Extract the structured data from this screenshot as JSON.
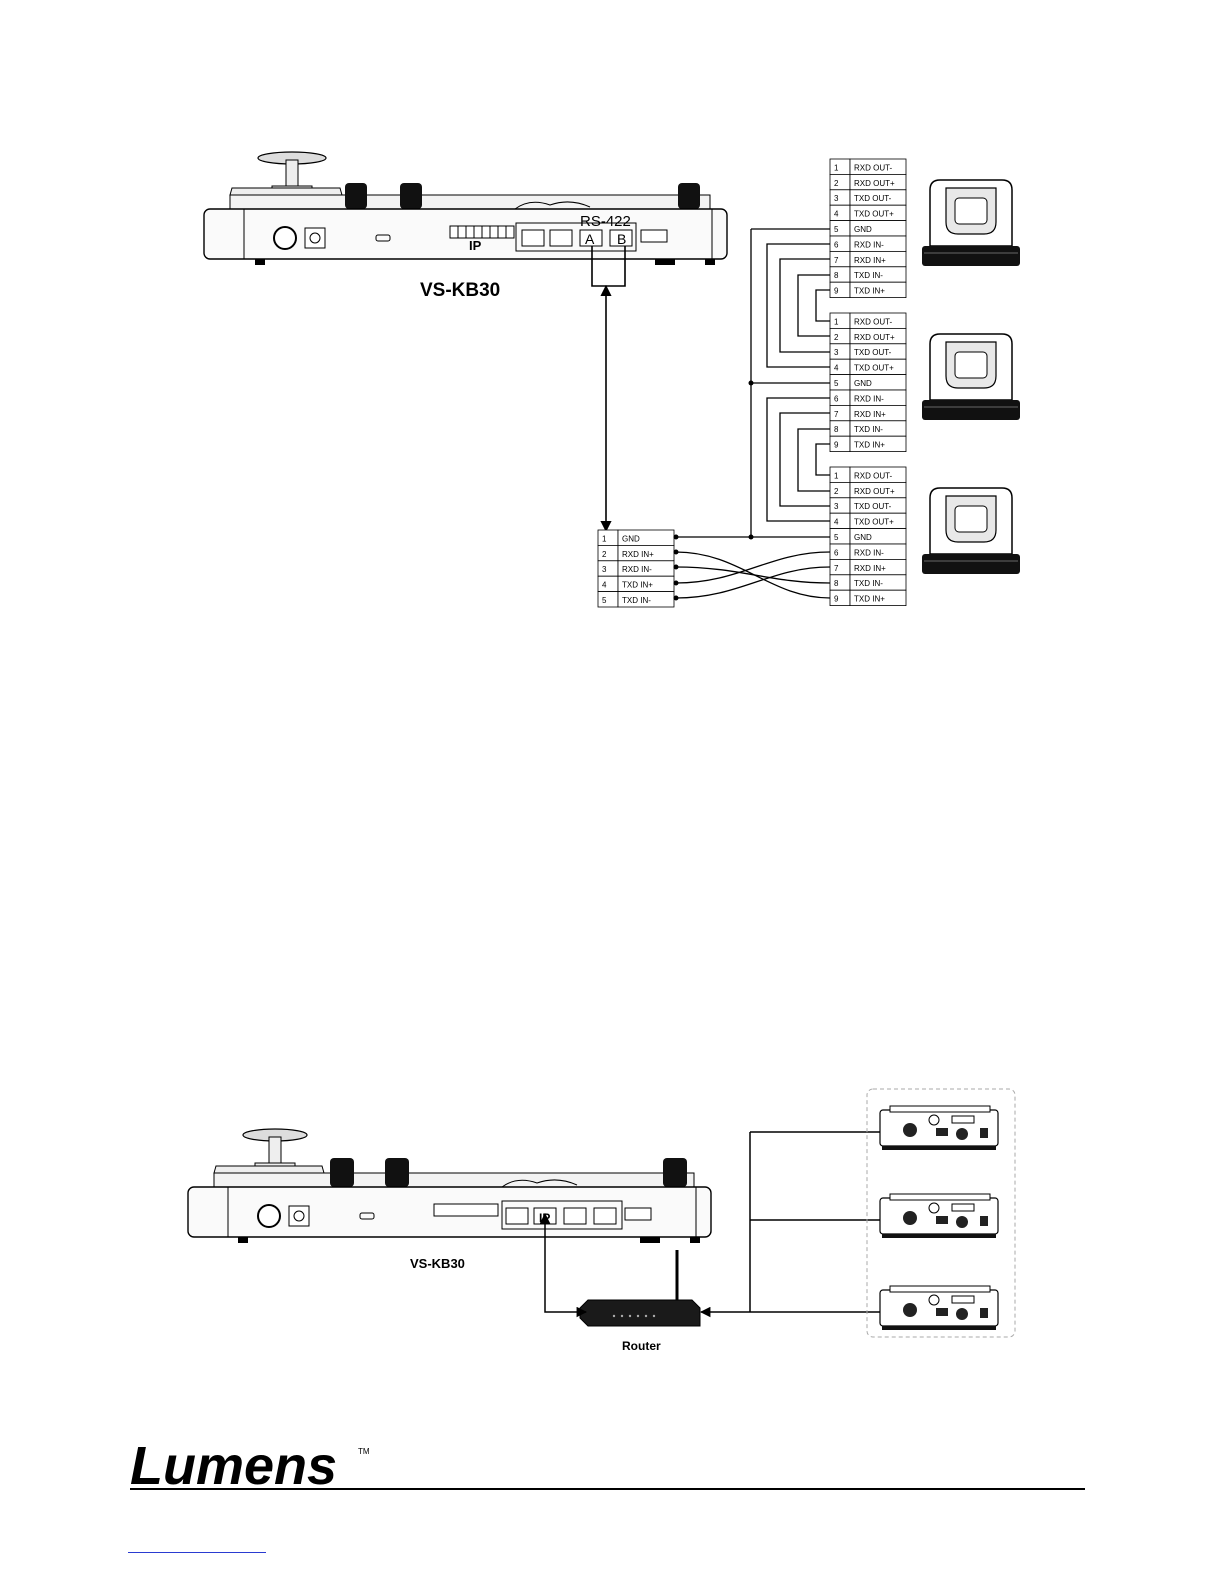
{
  "diagram1": {
    "device_label": "VS-KB30",
    "ip_label": "IP",
    "rs422_label": "RS-422",
    "port_a": "A",
    "port_b": "B",
    "keyboard_pins": [
      {
        "num": "1",
        "name": "GND"
      },
      {
        "num": "2",
        "name": "RXD IN+"
      },
      {
        "num": "3",
        "name": "RXD IN-"
      },
      {
        "num": "4",
        "name": "TXD IN+"
      },
      {
        "num": "5",
        "name": "TXD IN-"
      }
    ],
    "camera_pins": [
      [
        {
          "num": "1",
          "name": "RXD OUT-"
        },
        {
          "num": "2",
          "name": "RXD OUT+"
        },
        {
          "num": "3",
          "name": "TXD OUT-"
        },
        {
          "num": "4",
          "name": "TXD OUT+"
        },
        {
          "num": "5",
          "name": "GND"
        },
        {
          "num": "6",
          "name": "RXD IN-"
        },
        {
          "num": "7",
          "name": "RXD IN+"
        },
        {
          "num": "8",
          "name": "TXD IN-"
        },
        {
          "num": "9",
          "name": "TXD IN+"
        }
      ],
      [
        {
          "num": "1",
          "name": "RXD OUT-"
        },
        {
          "num": "2",
          "name": "RXD OUT+"
        },
        {
          "num": "3",
          "name": "TXD OUT-"
        },
        {
          "num": "4",
          "name": "TXD OUT+"
        },
        {
          "num": "5",
          "name": "GND"
        },
        {
          "num": "6",
          "name": "RXD IN-"
        },
        {
          "num": "7",
          "name": "RXD IN+"
        },
        {
          "num": "8",
          "name": "TXD IN-"
        },
        {
          "num": "9",
          "name": "TXD IN+"
        }
      ],
      [
        {
          "num": "1",
          "name": "RXD OUT-"
        },
        {
          "num": "2",
          "name": "RXD OUT+"
        },
        {
          "num": "3",
          "name": "TXD OUT-"
        },
        {
          "num": "4",
          "name": "TXD OUT+"
        },
        {
          "num": "5",
          "name": "GND"
        },
        {
          "num": "6",
          "name": "RXD IN-"
        },
        {
          "num": "7",
          "name": "RXD IN+"
        },
        {
          "num": "8",
          "name": "TXD IN-"
        },
        {
          "num": "9",
          "name": "TXD IN+"
        }
      ]
    ]
  },
  "diagram2": {
    "device_label": "VS-KB30",
    "ip_label": "IP",
    "router_label": "Router"
  },
  "footer": {
    "logo": "Lumens",
    "trademark": "TM"
  }
}
